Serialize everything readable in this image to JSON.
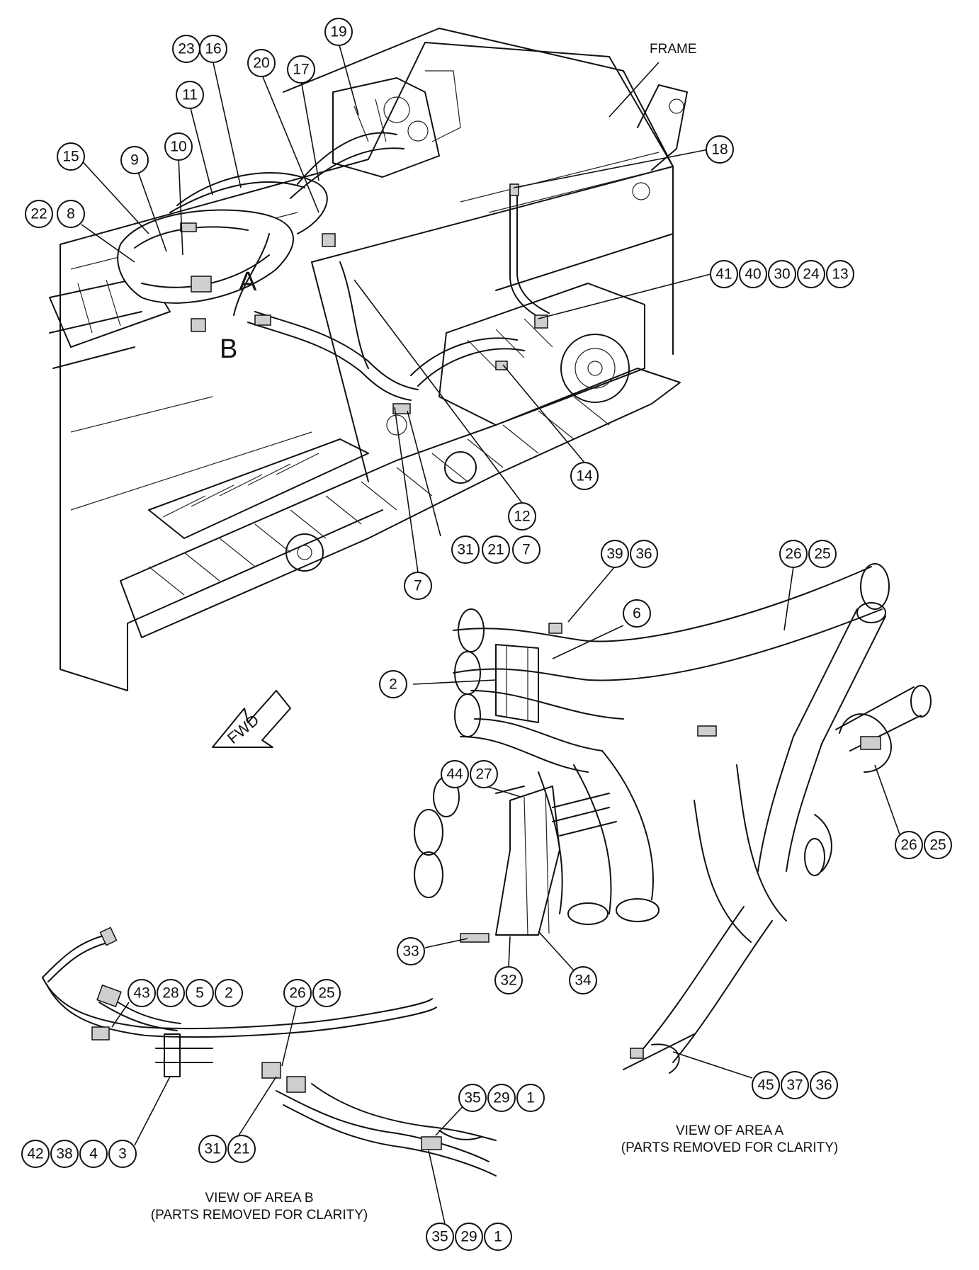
{
  "labels": {
    "frame": "FRAME",
    "fwd": "FWD",
    "area_a": "A",
    "area_b": "B"
  },
  "captions": {
    "area_a": [
      "VIEW OF AREA A",
      "(PARTS REMOVED FOR CLARITY)"
    ],
    "area_b": [
      "VIEW OF AREA B",
      "(PARTS REMOVED FOR CLARITY)"
    ]
  },
  "callouts": {
    "c19": "19",
    "c23": "23",
    "c16": "16",
    "c20": "20",
    "c17": "17",
    "c11": "11",
    "c15": "15",
    "c9": "9",
    "c10": "10",
    "c22": "22",
    "c8": "8",
    "c18": "18",
    "c41": "41",
    "c40": "40",
    "c30": "30",
    "c24": "24",
    "c13": "13",
    "c14": "14",
    "c12": "12",
    "c31a": "31",
    "c21a": "21",
    "c7a": "7",
    "c7b": "7",
    "c39": "39",
    "c36a": "36",
    "c26a": "26",
    "c25a": "25",
    "c6": "6",
    "c2a": "2",
    "c44": "44",
    "c27": "27",
    "c26b": "26",
    "c25b": "25",
    "c33": "33",
    "c32": "32",
    "c34": "34",
    "c45": "45",
    "c37": "37",
    "c36b": "36",
    "c43": "43",
    "c28": "28",
    "c5": "5",
    "c2b": "2",
    "c26c": "26",
    "c25c": "25",
    "c35a": "35",
    "c29a": "29",
    "c1a": "1",
    "c42": "42",
    "c38": "38",
    "c4": "4",
    "c3": "3",
    "c31b": "31",
    "c21b": "21",
    "c35b": "35",
    "c29b": "29",
    "c1b": "1"
  }
}
